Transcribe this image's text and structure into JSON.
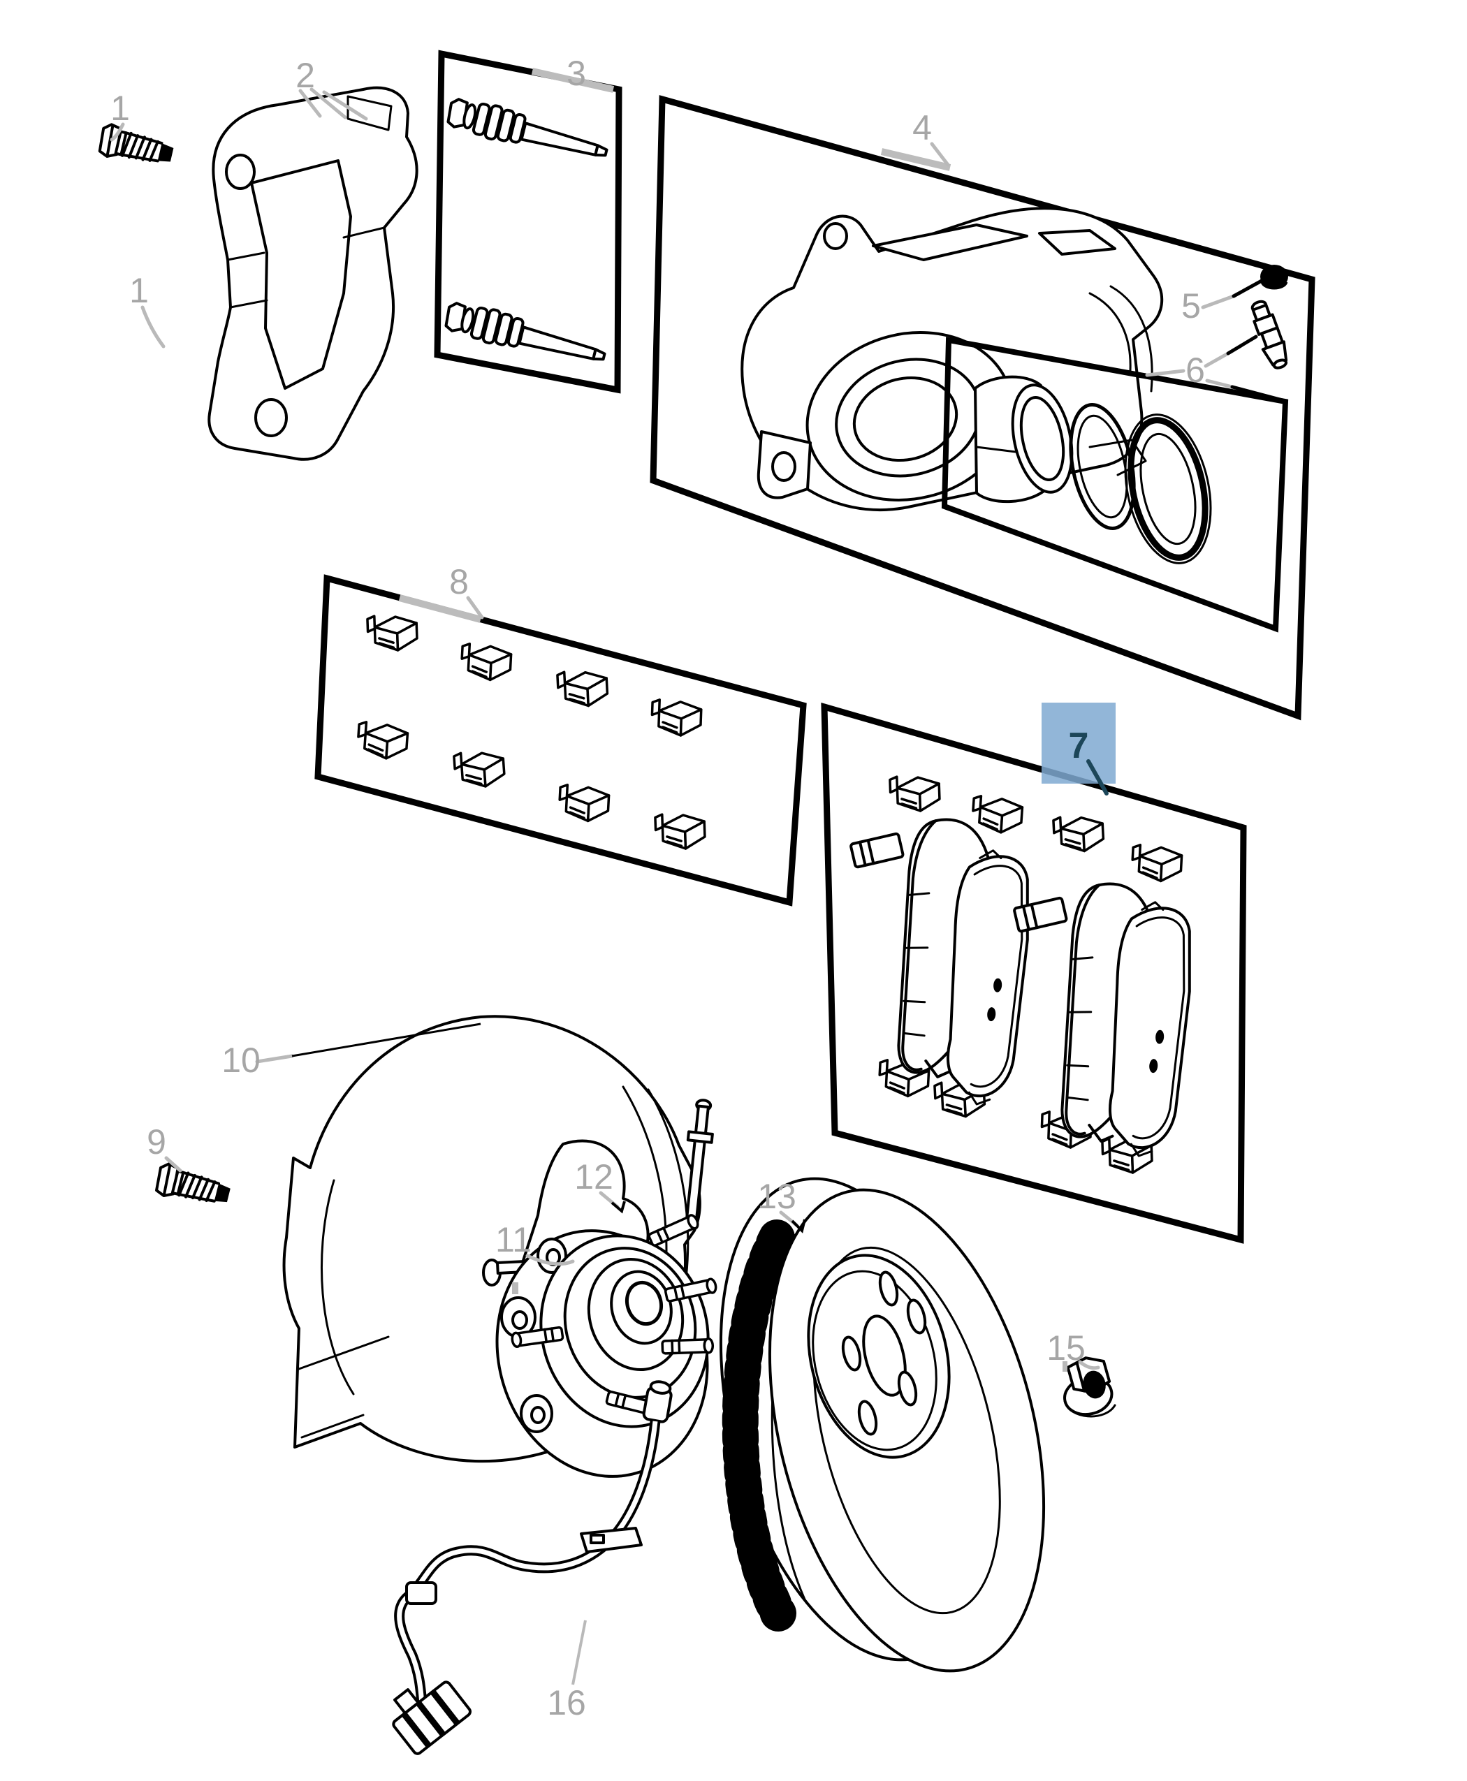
{
  "diagram": {
    "type": "exploded-parts-diagram",
    "subject": "front disc brake assembly",
    "background": "#ffffff",
    "line_color": "#000000",
    "label_color": "#a6a6a6",
    "leader_color": "#b9b9b9",
    "highlight": {
      "fill": "#7fa9d1",
      "fill_opacity": "0.85",
      "text_color": "#1c4659",
      "leader_color": "#1c4659"
    },
    "callouts": [
      {
        "id": "bolt-upper",
        "label": "1",
        "highlighted": false
      },
      {
        "id": "caliper-adapter",
        "label": "2",
        "highlighted": false
      },
      {
        "id": "guide-pin-kit",
        "label": "3",
        "highlighted": false
      },
      {
        "id": "caliper-kit",
        "label": "4",
        "highlighted": false
      },
      {
        "id": "bolt-lower",
        "label": "1",
        "highlighted": false
      },
      {
        "id": "cap",
        "label": "5",
        "highlighted": false
      },
      {
        "id": "bleeder-seal-kit",
        "label": "6",
        "highlighted": false
      },
      {
        "id": "clip-kit",
        "label": "8",
        "highlighted": false
      },
      {
        "id": "brake-pad-kit",
        "label": "7",
        "highlighted": true
      },
      {
        "id": "splash-shield",
        "label": "10",
        "highlighted": false
      },
      {
        "id": "shield-bolt",
        "label": "9",
        "highlighted": false
      },
      {
        "id": "hub-bearing",
        "label": "12",
        "highlighted": false
      },
      {
        "id": "hub-bolt",
        "label": "11",
        "highlighted": false
      },
      {
        "id": "rotor",
        "label": "13",
        "highlighted": false
      },
      {
        "id": "lug-nut",
        "label": "15",
        "highlighted": false
      },
      {
        "id": "abs-sensor-wire",
        "label": "16",
        "highlighted": false
      }
    ]
  }
}
